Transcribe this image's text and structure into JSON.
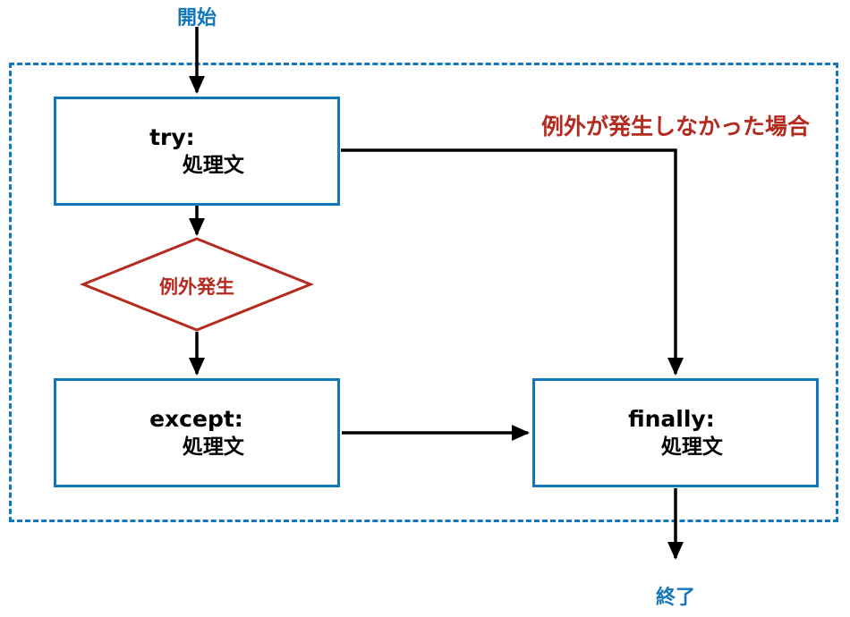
{
  "diagram": {
    "start_label": "開始",
    "end_label": "終了",
    "boxes": {
      "try": {
        "title": "try:",
        "body": "処理文"
      },
      "except": {
        "title": "except:",
        "body": "処理文"
      },
      "finally": {
        "title": "finally:",
        "body": "処理文"
      }
    },
    "decision": {
      "label": "例外発生"
    },
    "edge_label_no_exception": "例外が発生しなかった場合",
    "colors": {
      "frame_blue": "#1276bd",
      "accent_red": "#b52a1e",
      "arrow_black": "#000000",
      "background": "#ffffff"
    }
  }
}
